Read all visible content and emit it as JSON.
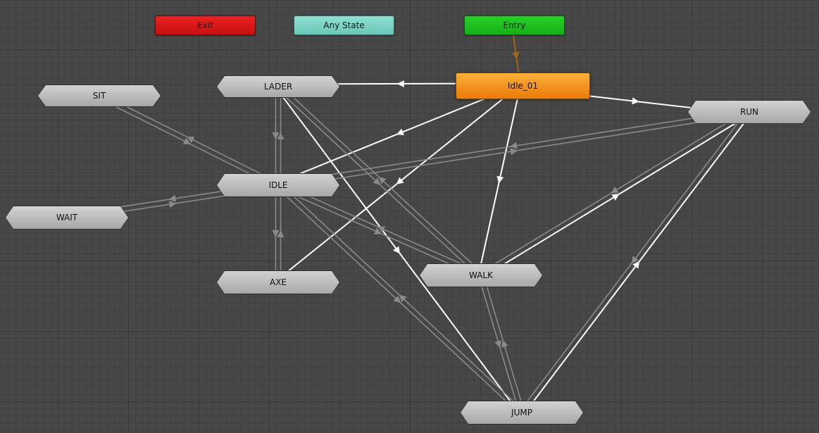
{
  "window": {
    "title": "Animator"
  },
  "colors": {
    "exit": "#d61a1a",
    "any_state": "#7dd4c4",
    "entry": "#1fc01f",
    "default_state": "#f08a1a",
    "state": "#bdbdbd",
    "transition_active": "#ffffff",
    "transition_inactive": "#8a8a8a",
    "entry_transition": "#a0661a"
  },
  "nodes": {
    "exit": {
      "label": "Exit"
    },
    "any_state": {
      "label": "Any State"
    },
    "entry": {
      "label": "Entry"
    },
    "idle_01": {
      "label": "Idle_01"
    },
    "sit": {
      "label": "SIT"
    },
    "lader": {
      "label": "LADER"
    },
    "run": {
      "label": "RUN"
    },
    "idle": {
      "label": "IDLE"
    },
    "wait": {
      "label": "WAIT"
    },
    "axe": {
      "label": "AXE"
    },
    "walk": {
      "label": "WALK"
    },
    "jump": {
      "label": "JUMP"
    }
  },
  "transitions": [
    {
      "from": "entry",
      "to": "idle_01",
      "style": "entry"
    },
    {
      "from": "idle_01",
      "to": "lader",
      "style": "active"
    },
    {
      "from": "idle_01",
      "to": "run",
      "style": "active"
    },
    {
      "from": "idle_01",
      "to": "idle",
      "style": "active"
    },
    {
      "from": "idle_01",
      "to": "axe",
      "style": "active"
    },
    {
      "from": "idle_01",
      "to": "walk",
      "style": "active"
    },
    {
      "from": "lader",
      "to": "jump",
      "style": "active"
    },
    {
      "from": "walk",
      "to": "run",
      "style": "active"
    },
    {
      "from": "jump",
      "to": "run",
      "style": "active"
    },
    {
      "from": "sit",
      "to": "idle",
      "style": "inactive"
    },
    {
      "from": "idle",
      "to": "sit",
      "style": "inactive"
    },
    {
      "from": "idle",
      "to": "wait",
      "style": "inactive"
    },
    {
      "from": "wait",
      "to": "idle",
      "style": "inactive"
    },
    {
      "from": "idle",
      "to": "lader",
      "style": "inactive"
    },
    {
      "from": "lader",
      "to": "idle",
      "style": "inactive"
    },
    {
      "from": "idle",
      "to": "axe",
      "style": "inactive"
    },
    {
      "from": "axe",
      "to": "idle",
      "style": "inactive"
    },
    {
      "from": "idle",
      "to": "run",
      "style": "inactive"
    },
    {
      "from": "run",
      "to": "idle",
      "style": "inactive"
    },
    {
      "from": "idle",
      "to": "walk",
      "style": "inactive"
    },
    {
      "from": "walk",
      "to": "idle",
      "style": "inactive"
    },
    {
      "from": "idle",
      "to": "jump",
      "style": "inactive"
    },
    {
      "from": "jump",
      "to": "idle",
      "style": "inactive"
    },
    {
      "from": "lader",
      "to": "walk",
      "style": "inactive"
    },
    {
      "from": "walk",
      "to": "lader",
      "style": "inactive"
    },
    {
      "from": "walk",
      "to": "jump",
      "style": "inactive"
    },
    {
      "from": "jump",
      "to": "walk",
      "style": "inactive"
    },
    {
      "from": "run",
      "to": "walk",
      "style": "inactive"
    },
    {
      "from": "run",
      "to": "jump",
      "style": "inactive"
    }
  ]
}
